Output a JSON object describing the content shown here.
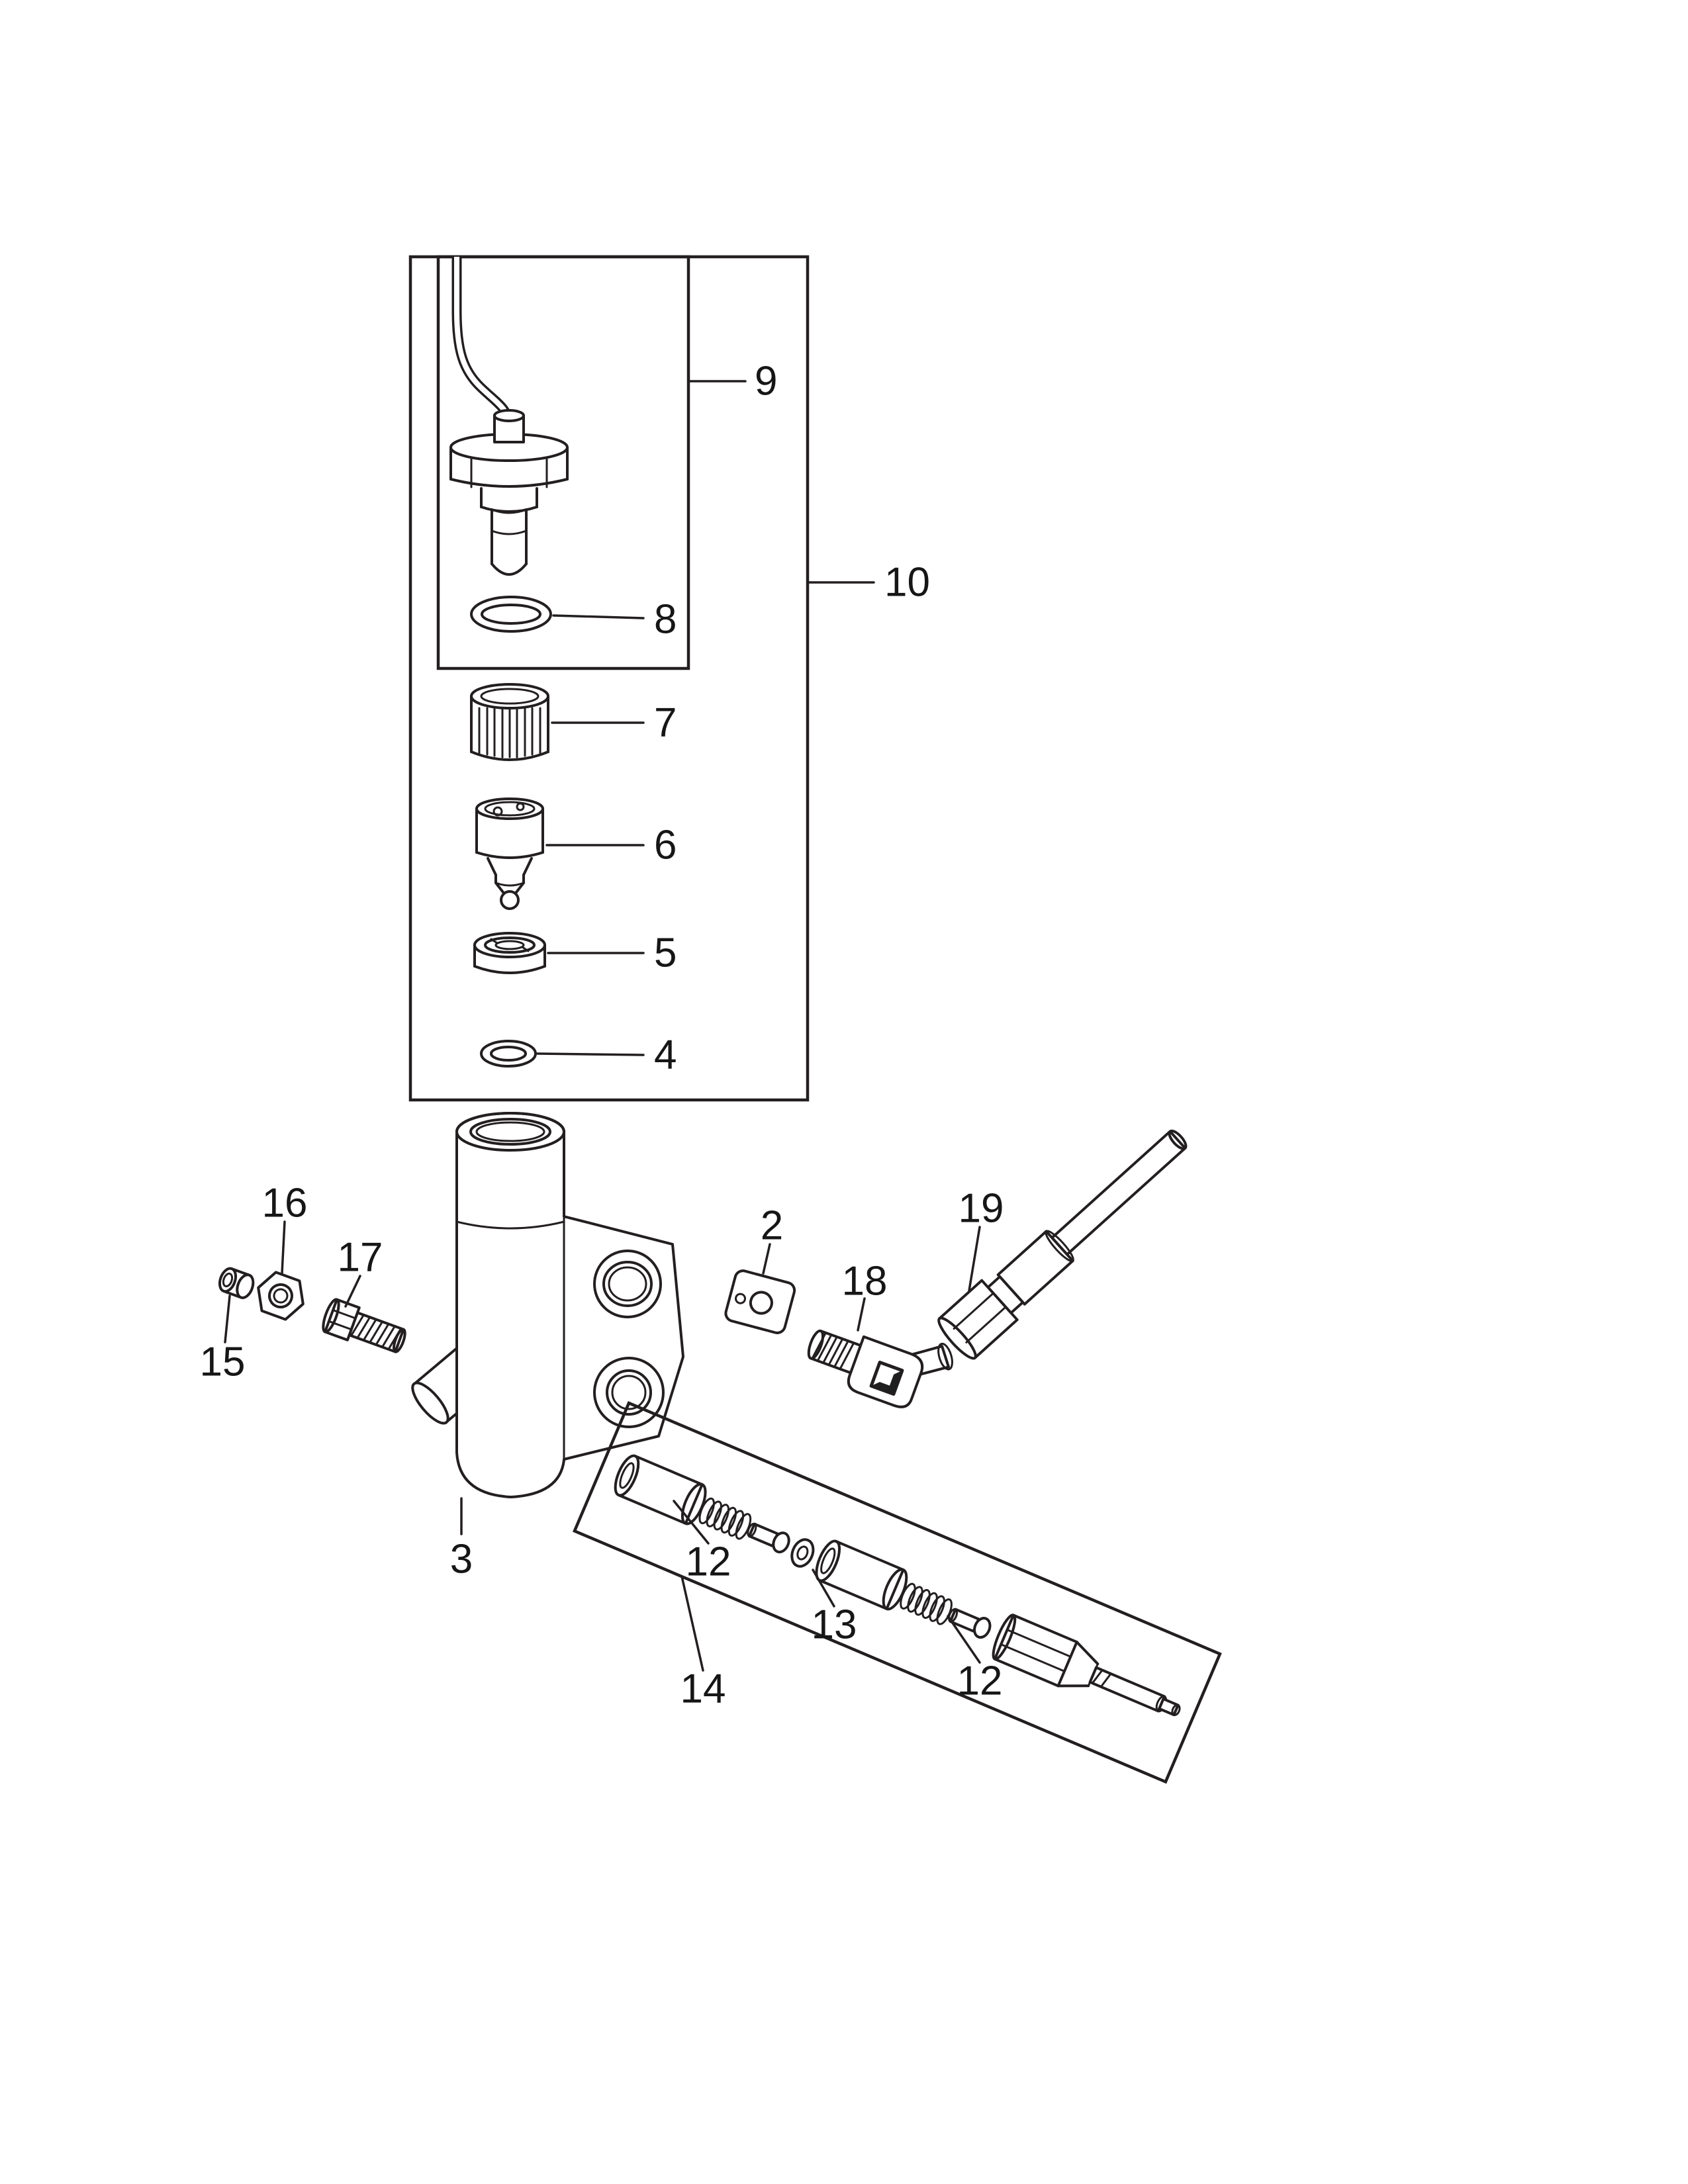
{
  "figure": {
    "kind": "exploded-parts-diagram",
    "background_color": "#ffffff",
    "line_color": "#231f20",
    "callouts": {
      "c2": "2",
      "c3": "3",
      "c4": "4",
      "c5": "5",
      "c6": "6",
      "c7": "7",
      "c8": "8",
      "c9": "9",
      "c10": "10",
      "c12a": "12",
      "c12b": "12",
      "c13": "13",
      "c14": "14",
      "c15": "15",
      "c16": "16",
      "c17": "17",
      "c18": "18",
      "c19": "19"
    }
  }
}
